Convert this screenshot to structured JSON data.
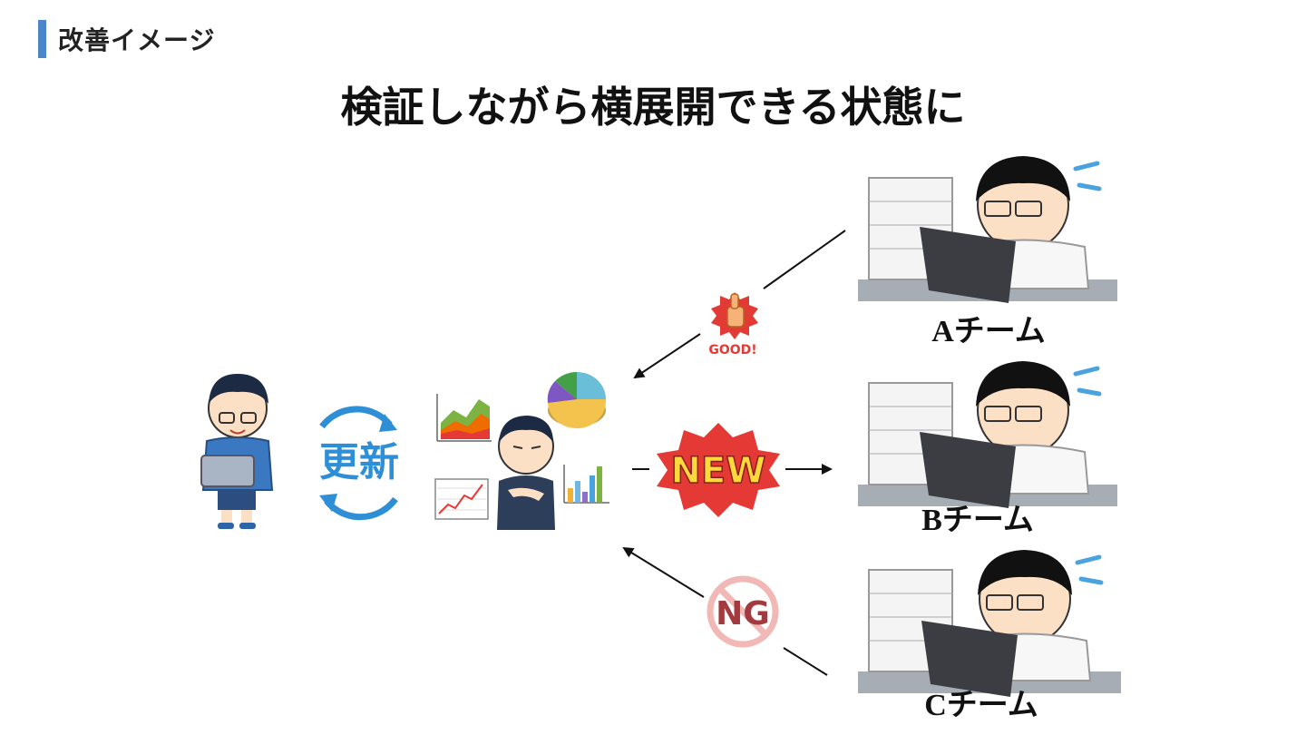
{
  "header": {
    "section_title": "改善イメージ"
  },
  "main": {
    "title": "検証しながら横展開できる状態に"
  },
  "center": {
    "update_text": "更新"
  },
  "badges": {
    "good": "GOOD!",
    "new": "NEW",
    "ng": "NG"
  },
  "teams": [
    {
      "label": "Aチーム"
    },
    {
      "label": "Bチーム"
    },
    {
      "label": "Cチーム"
    }
  ],
  "colors": {
    "accent": "#4a86c8",
    "update_blue": "#2f8fd6",
    "new_red": "#e53935",
    "new_yellow": "#ffd83b",
    "good_red": "#e23b35",
    "ng_red": "#d9534f"
  }
}
